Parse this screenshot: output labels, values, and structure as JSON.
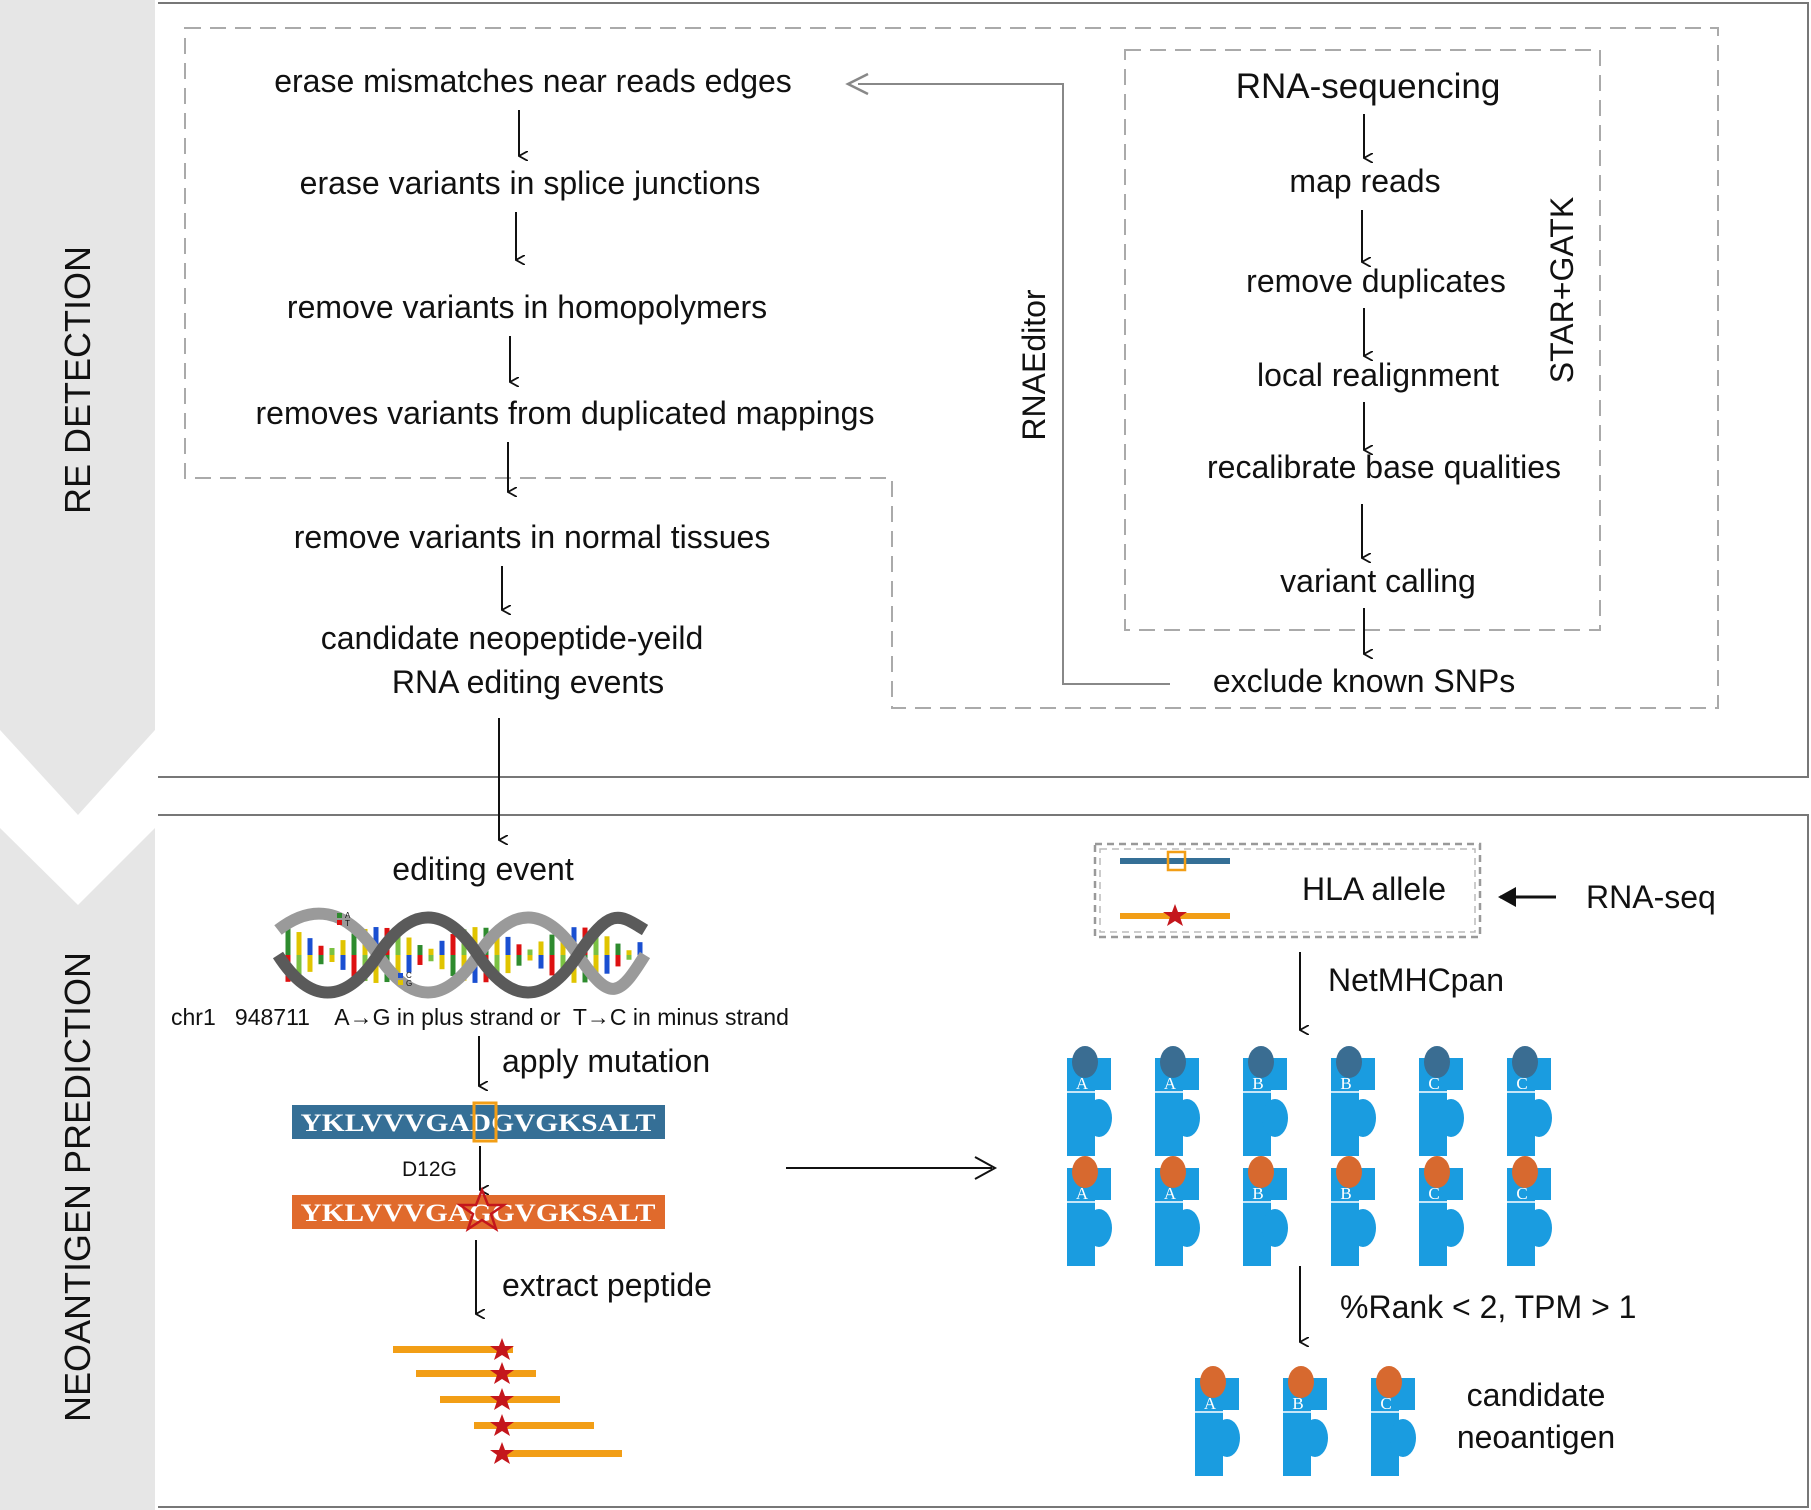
{
  "sections": {
    "re_detection": "RE DETECTION",
    "neoantigen_prediction": "NEOANTIGEN PREDICTION"
  },
  "rna_editor": {
    "label": "RNAEditor",
    "steps": [
      "erase mismatches near reads edges",
      "erase variants in splice junctions",
      "remove variants in homopolymers",
      "removes variants from duplicated mappings",
      "remove variants in normal tissues",
      "candidate neopeptide-yeild",
      "RNA editing events"
    ]
  },
  "star_gatk": {
    "label": "STAR+GATK",
    "steps": [
      "RNA-sequencing",
      "map reads",
      "remove duplicates",
      "local realignment",
      "recalibrate base qualities",
      "variant calling",
      "exclude known SNPs"
    ]
  },
  "prediction": {
    "editing_event": "editing event",
    "dna_legend": [
      "A",
      "T",
      "C",
      "G"
    ],
    "variant_info": "chr1   948711    A→G in plus strand or  T→C in minus strand",
    "apply_mutation": "apply mutation",
    "wild_peptide": "YKLVVVGADGVGKSALT",
    "mutation_label": "D12G",
    "mutant_peptide": "YKLVVVGAGGVGKSALT",
    "extract_peptide": "extract peptide",
    "hla_allele": "HLA allele",
    "rna_seq": "RNA-seq",
    "netmhcpan": "NetMHCpan",
    "mhc_labels": [
      "A",
      "A",
      "B",
      "B",
      "C",
      "C"
    ],
    "filter": "%Rank < 2, TPM > 1",
    "candidate_labels": [
      "A",
      "B",
      "C"
    ],
    "candidate": [
      "candidate",
      "neoantigen"
    ]
  },
  "colors": {
    "wild": "#356f96",
    "mutant": "#e06a2c",
    "peptide_bar": "#f29e16",
    "star": "#c4161c",
    "mhc_body": "#1a9ce0",
    "mhc_wild_top": "#3a6d92",
    "mhc_mutant_top": "#d7692f",
    "sidebar": "#e6e6e6"
  }
}
